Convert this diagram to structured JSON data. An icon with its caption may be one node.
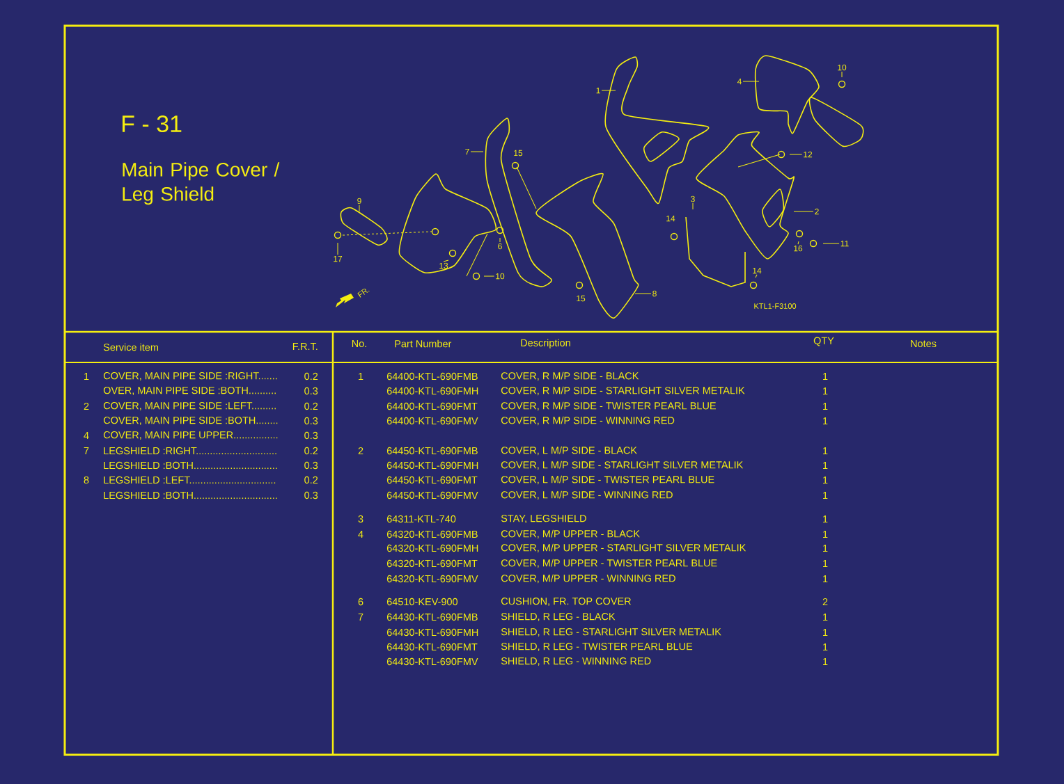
{
  "diagram": {
    "title": "F - 31",
    "nodes": [
      {
        "text": [
          "10"
        ]
      },
      {
        "text": [
          "4"
        ]
      },
      {
        "text": [
          "1"
        ]
      },
      {
        "text": [
          "7"
        ]
      },
      {
        "text": [
          "12"
        ]
      },
      {
        "text": [
          "3"
        ]
      },
      {
        "text": [
          "9"
        ]
      },
      {
        "text": [
          "2"
        ]
      },
      {
        "text": [
          "11"
        ]
      },
      {
        "text": [
          "6"
        ]
      },
      {
        "text": [
          "16"
        ]
      },
      {
        "text": [
          "17"
        ]
      },
      {
        "text": [
          "13"
        ]
      },
      {
        "text": [
          "14"
        ]
      },
      {
        "text": [
          "10"
        ]
      },
      {
        "text": [
          "8"
        ]
      }
    ],
    "edges": [
      {
        "from": 0,
        "to": null,
        "arrow": "none"
      },
      {
        "from": 1,
        "to": null,
        "arrow": "none"
      },
      {
        "from": 2,
        "to": null,
        "arrow": "none"
      },
      {
        "from": 3,
        "to": null,
        "arrow": "none"
      },
      {
        "from": 4,
        "to": null,
        "arrow": "none"
      },
      {
        "from": 5,
        "to": null,
        "arrow": "none"
      },
      {
        "from": 6,
        "to": null,
        "arrow": "none"
      },
      {
        "from": 7,
        "to": null,
        "arrow": "none"
      },
      {
        "from": 8,
        "to": null,
        "arrow": "none"
      },
      {
        "from": 9,
        "to": null,
        "arrow": "none"
      },
      {
        "from": 10,
        "to": null,
        "arrow": "none"
      },
      {
        "from": 11,
        "to": null,
        "arrow": "none"
      },
      {
        "from": 12,
        "to": null,
        "arrow": "none"
      },
      {
        "from": 13,
        "to": null,
        "arrow": "none"
      },
      {
        "from": 14,
        "to": null,
        "arrow": "none"
      },
      {
        "from": 15,
        "to": null,
        "arrow": "none"
      }
    ],
    "labels": [
      "Main Pipe Cover / Leg Shield",
      "FR.",
      "15",
      "14",
      "15",
      "KTL1-F3100",
      "Service item",
      "F.R.T.",
      "1",
      "COVER, MAIN PIPE SIDE :RIGHT.......",
      "0.2",
      "OVER, MAIN PIPE SIDE :BOTH..........",
      "0.3",
      "2",
      "COVER, MAIN PIPE SIDE :LEFT.........",
      "0.2",
      "COVER, MAIN PIPE SIDE :BOTH........",
      "0.3",
      "4",
      "COVER, MAIN PIPE UPPER................",
      "0.3",
      "7",
      "LEGSHIELD :RIGHT.............................",
      "0.2",
      "LEGSHIELD :BOTH..............................",
      "0.3",
      "8",
      "LEGSHIELD :LEFT...............................",
      "0.2",
      "LEGSHIELD :BOTH..............................",
      "0.3",
      "No.",
      "Part Number",
      "Description",
      "QTY",
      "Notes",
      "1",
      "64400-KTL-690FMB",
      "COVER, R M/P SIDE - BLACK",
      "1",
      "64400-KTL-690FMH",
      "COVER, R M/P SIDE - STARLIGHT SILVER METALIK",
      "1",
      "64400-KTL-690FMT",
      "COVER, R M/P SIDE - TWISTER PEARL BLUE",
      "1",
      "64400-KTL-690FMV",
      "COVER, R M/P SIDE - WINNING RED",
      "1",
      "2",
      "64450-KTL-690FMB",
      "COVER, L M/P SIDE - BLACK",
      "1",
      "64450-KTL-690FMH",
      "COVER, L M/P SIDE - STARLIGHT SILVER METALIK",
      "1",
      "64450-KTL-690FMT",
      "COVER, L M/P SIDE - TWISTER PEARL BLUE",
      "1",
      "64450-KTL-690FMV",
      "COVER, L M/P SIDE - WINNING RED",
      "1",
      "3",
      "64311-KTL-740",
      "STAY, LEGSHIELD",
      "1",
      "4",
      "64320-KTL-690FMB",
      "COVER, M/P UPPER - BLACK",
      "1",
      "64320-KTL-690FMH",
      "COVER, M/P UPPER - STARLIGHT SILVER METALIK",
      "1",
      "64320-KTL-690FMT",
      "COVER, M/P UPPER - TWISTER PEARL BLUE",
      "1",
      "64320-KTL-690FMV",
      "COVER, M/P UPPER - WINNING RED",
      "1",
      "6",
      "64510-KEV-900",
      "CUSHION, FR. TOP COVER",
      "2",
      "7",
      "64430-KTL-690FMB",
      "SHIELD, R LEG - BLACK",
      "1",
      "64430-KTL-690FMH",
      "SHIELD, R LEG - STARLIGHT SILVER METALIK",
      "1",
      "64430-KTL-690FMT",
      "SHIELD, R LEG - TWISTER PEARL BLUE",
      "1",
      "64430-KTL-690FMV",
      "SHIELD, R LEG - WINNING RED",
      "1"
    ]
  }
}
